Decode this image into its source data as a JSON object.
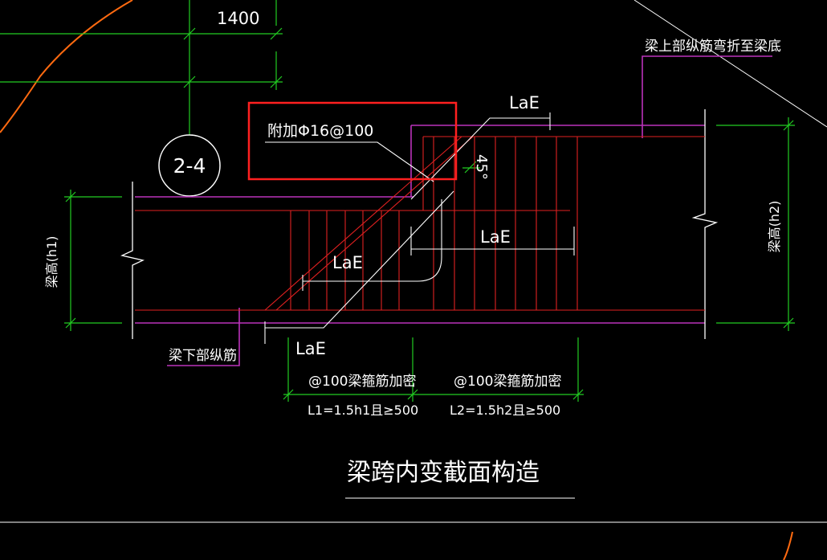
{
  "labels": {
    "top_dimension": "1400",
    "top_bend_note": "梁上部纵筋弯折至梁底",
    "extra_bar_note": "附加Φ16@100",
    "angle": "45°",
    "anchor_top": "LaE",
    "anchor_mid_right": "LaE",
    "anchor_mid_left": "LaE",
    "anchor_bottom": "LaE",
    "axis_bubble": "2-4",
    "left_height": "梁高(h1)",
    "right_height": "梁高(h2)",
    "bottom_bar_note": "梁下部纵筋",
    "stirrup_left": "@100梁箍筋加密",
    "stirrup_right": "@100梁箍筋加密",
    "length_left": "L1=1.5h1且≥500",
    "length_right": "L2=1.5h2且≥500",
    "diagram_title": "梁跨内变截面构造"
  },
  "colors": {
    "background": "#000000",
    "dimension": "#22cc22",
    "rebar": "#e02020",
    "outline": "#bb33bb",
    "highlight_box": "#ff2020",
    "curve": "#ff6a10",
    "text": "#ffffff"
  }
}
